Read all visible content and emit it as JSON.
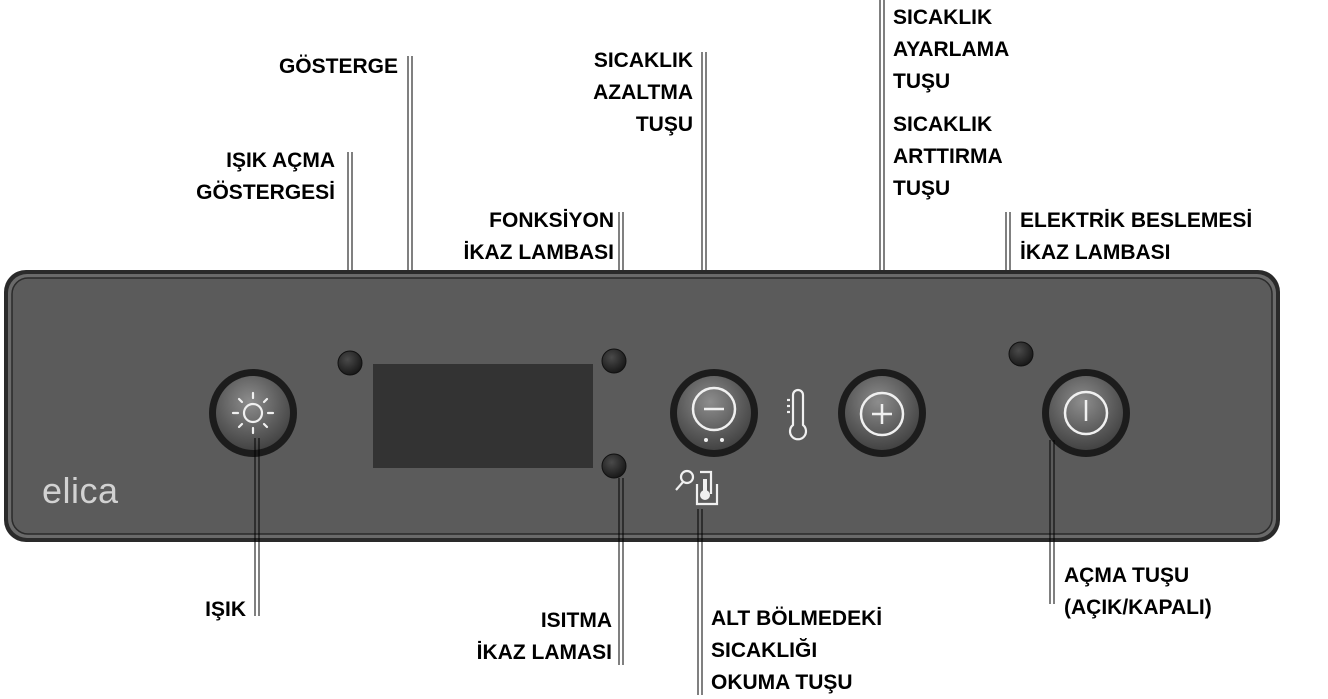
{
  "brand": "elica",
  "colors": {
    "panel": "#5b5b5b",
    "panel_border": "#2b2b2b",
    "display": "#333333",
    "button_ring": "#1c1c1c",
    "indicator": "#222222",
    "icon": "#f0f0f0"
  },
  "labels": {
    "gosterge": "GÖSTERGE",
    "isik_acma_gostergesi": [
      "IŞIK AÇMA",
      "GÖSTERGESİ"
    ],
    "sicaklik_azaltma": [
      "SICAKLIK",
      "AZALTMA",
      "TUŞU"
    ],
    "sicaklik_ayarlama": [
      "SICAKLIK",
      "AYARLAMA",
      "TUŞU"
    ],
    "sicaklik_arttirma": [
      "SICAKLIK",
      "ARTTIRMA",
      "TUŞU"
    ],
    "fonksiyon_ikaz": [
      "FONKSİYON",
      "İKAZ LAMBASI"
    ],
    "elektrik_besleme": [
      "ELEKTRİK BESLEMESİ",
      "İKAZ LAMBASI"
    ],
    "isik": "IŞIK",
    "isitma_ikaz": [
      "ISITMA",
      "İKAZ LAMASI"
    ],
    "alt_bolme": [
      "ALT BÖLMEDEKİ",
      "SICAKLIĞI",
      "OKUMA TUŞU"
    ],
    "acma_tusu": [
      "AÇMA TUŞU",
      "(AÇIK/KAPALI)"
    ]
  },
  "icons": {
    "light_button": "sun-icon",
    "minus_button": "minus-icon",
    "thermometer": "thermometer-icon",
    "plus_button": "plus-icon",
    "power_button": "power-icon",
    "read_temperature": "search-thermometer-icon"
  }
}
